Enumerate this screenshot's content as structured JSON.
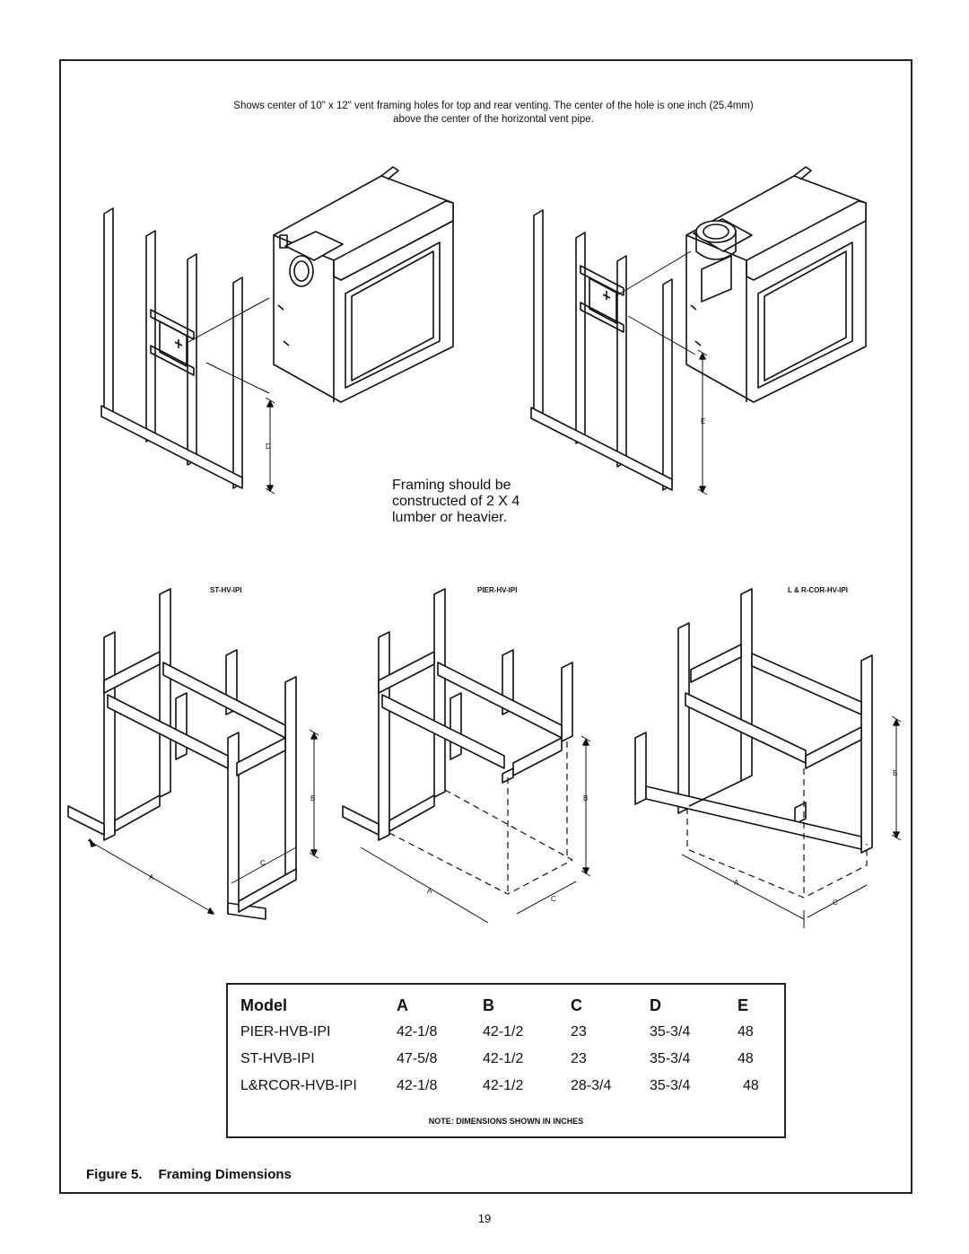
{
  "header_note": "Shows center of 10\" x 12\" vent framing holes for top and rear venting. The center of the hole is one inch (25.4mm) above the center of the horizontal vent pipe.",
  "framing_note": "Framing should be constructed of 2 X 4 lumber or heavier.",
  "dimension_labels": {
    "a": "A",
    "b": "B",
    "c": "C",
    "d": "D",
    "e": "E"
  },
  "frame_models": [
    "ST-HV-IPI",
    "PIER-HV-IPI",
    "L & R-COR-HV-IPI"
  ],
  "table": {
    "headers": [
      "Model",
      "A",
      "B",
      "C",
      "D",
      "E"
    ],
    "rows": [
      [
        "PIER-HVB-IPI",
        "42-1/8",
        "42-1/2",
        "23",
        "35-3/4",
        "48"
      ],
      [
        "ST-HVB-IPI",
        "47-5/8",
        "42-1/2",
        "23",
        "35-3/4",
        "48"
      ],
      [
        "L&RCOR-HVB-IPI",
        "42-1/8",
        "42-1/2",
        "28-3/4",
        "35-3/4",
        "48"
      ]
    ],
    "note": "NOTE: DIMENSIONS SHOWN IN INCHES"
  },
  "figure": {
    "number": "Figure 5.",
    "title": "Framing Dimensions"
  },
  "page_number": "19"
}
